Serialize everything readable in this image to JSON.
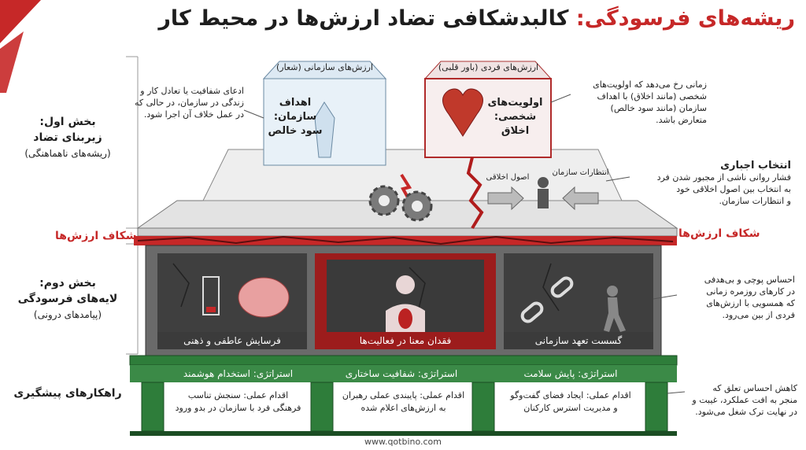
{
  "title": {
    "highlight": "ریشه‌های فرسودگی:",
    "rest": "کالبدشکافی تضاد ارزش‌ها در محیط کار"
  },
  "section1": {
    "title": "بخش اول:",
    "line2": "زیربنای تضاد",
    "sub": "(ریشه‌های ناهماهنگی)"
  },
  "section2": {
    "title": "بخش دوم:",
    "line2": "لایه‌های فرسودگی",
    "sub": "(پیامدهای درونی)"
  },
  "section3": {
    "title": "راهکارهای پیشگیری"
  },
  "org_box": {
    "label": "ارزش‌های سازمانی (شعار)",
    "inner": [
      "اهداف",
      "سازمان:",
      "سود خالص"
    ]
  },
  "personal_box": {
    "label": "ارزش‌های فردی (باور قلبی)",
    "inner": [
      "اولویت‌های",
      "شخصی:",
      "اخلاق"
    ]
  },
  "note_left": [
    "ادعای شفافیت یا تعادل کار و",
    "زندگی در سازمان، در حالی که",
    "در عمل خلاف آن اجرا شود."
  ],
  "note_right": [
    "زمانی رخ می‌دهد که اولویت‌های",
    "شخصی (مانند اخلاق) با اهداف",
    "سازمان (مانند سود خالص)",
    "متعارض باشد."
  ],
  "forced_choice": {
    "title": "انتخاب اجباری",
    "lines": [
      "فشار روانی ناشی از مجبور شدن فرد",
      "به انتخاب بین اصول اخلاقی خود",
      "و انتظارات سازمان."
    ]
  },
  "arrows": {
    "left": "اصول اخلاقی",
    "right": "انتظارات سازمان"
  },
  "crack_label": "شکاف ارزش‌ها",
  "rooms": [
    {
      "label": "فرسایش عاطفی و ذهنی"
    },
    {
      "label": "فقدان معنا در فعالیت‌ها"
    },
    {
      "label": "گسست تعهد سازمانی"
    }
  ],
  "note_disconnect": [
    "احساس پوچی و بی‌هدفی",
    "در کارهای روزمره زمانی",
    "که همسویی با ارزش‌های",
    "فردی از بین می‌رود."
  ],
  "strategies": [
    {
      "label": "استراتژی: استخدام هوشمند",
      "action": [
        "اقدام عملی: سنجش تناسب",
        "فرهنگی فرد با سازمان در بدو ورود"
      ]
    },
    {
      "label": "استراتژی: شفافیت ساختاری",
      "action": [
        "اقدام عملی: پایبندی عملی رهبران",
        "به ارزش‌های اعلام شده"
      ]
    },
    {
      "label": "استراتژی: پایش سلامت",
      "action": [
        "اقدام عملی: ایجاد فضای گفت‌وگو",
        "و مدیریت استرس کارکنان"
      ]
    }
  ],
  "note_bottom": [
    "کاهش احساس تعلق که",
    "منجر به افت عملکرد، غیبت و",
    "در نهایت ترک شغل می‌شود."
  ],
  "website": "www.qotbino.com",
  "colors": {
    "accent_red": "#c62828",
    "pillar_green": "#2e7d3a",
    "dark_room": "#3a3a3a"
  }
}
